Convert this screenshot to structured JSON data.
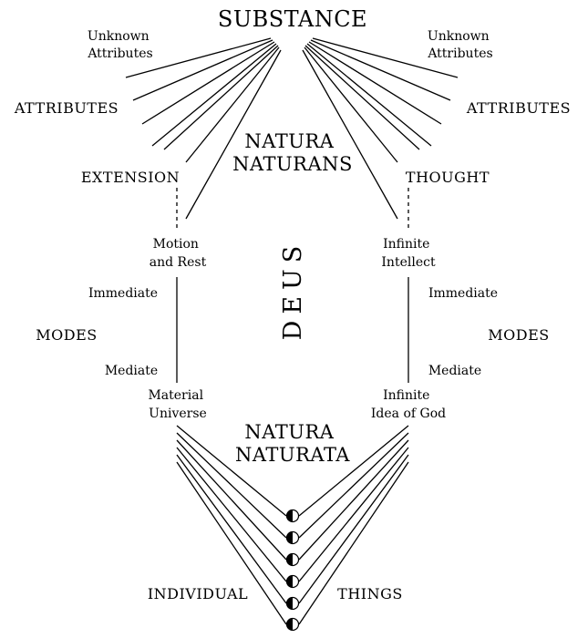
{
  "diagram": {
    "substance": "SUBSTANCE",
    "unknown_left": [
      "Unknown",
      "Attributes"
    ],
    "unknown_right": [
      "Unknown",
      "Attributes"
    ],
    "attributes_left": "ATTRIBUTES",
    "attributes_right": "ATTRIBUTES",
    "natura_naturans": [
      "NATURA",
      "NATURANS"
    ],
    "extension": "EXTENSION",
    "thought": "THOUGHT",
    "motion_rest": [
      "Motion",
      "and Rest"
    ],
    "infinite_intellect": [
      "Infinite",
      "Intellect"
    ],
    "immediate_left": "Immediate",
    "immediate_right": "Immediate",
    "deus": "DEUS",
    "modes_left": "MODES",
    "modes_right": "MODES",
    "mediate_left": "Mediate",
    "mediate_right": "Mediate",
    "material_universe": [
      "Material",
      "Universe"
    ],
    "idea_of_god": [
      "Infinite",
      "Idea of God"
    ],
    "natura_naturata": [
      "NATURA",
      "NATURATA"
    ],
    "individual": "INDIVIDUAL",
    "things": "THINGS"
  }
}
